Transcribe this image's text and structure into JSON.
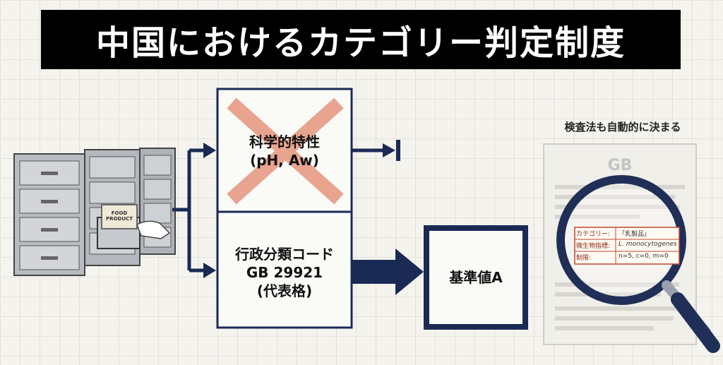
{
  "title": "中国におけるカテゴリー判定制度",
  "science_box": {
    "line1": "科学的特性",
    "line2": "(pH, Aw)"
  },
  "admin_box": {
    "line1": "行政分類コード",
    "line2": "GB 29921",
    "line3": "(代表格)"
  },
  "standard_box": {
    "label": "基準値A"
  },
  "drawer_label": "FOOD PRODUCT",
  "doc": {
    "caption": "検査法も自動的に決まる",
    "heading": "GB",
    "rows": [
      {
        "key": "カテゴリー:",
        "value": "「乳製品」"
      },
      {
        "key": "微生物指標:",
        "value": "L. monocytogenes"
      },
      {
        "key": "制限:",
        "value": "n=5, c=0, m=0"
      }
    ]
  },
  "colors": {
    "navy": "#1b2a55",
    "cross": "#e8a08a",
    "title_bg": "#000000"
  }
}
